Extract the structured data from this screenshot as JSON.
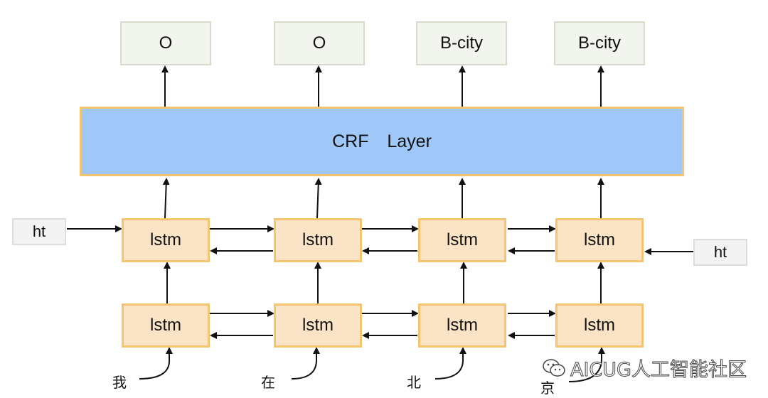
{
  "outputs": [
    "O",
    "O",
    "B-city",
    "B-city"
  ],
  "crf": {
    "label": "CRF  Layer"
  },
  "lstm_top": [
    "lstm",
    "lstm",
    "lstm",
    "lstm"
  ],
  "lstm_bottom": [
    "lstm",
    "lstm",
    "lstm",
    "lstm"
  ],
  "ht_left": "ht",
  "ht_right": "ht",
  "words": [
    "我",
    "在",
    "北",
    "京"
  ],
  "watermark": {
    "text": "AICUG人工智能社区",
    "icon": "wechat-icon"
  }
}
